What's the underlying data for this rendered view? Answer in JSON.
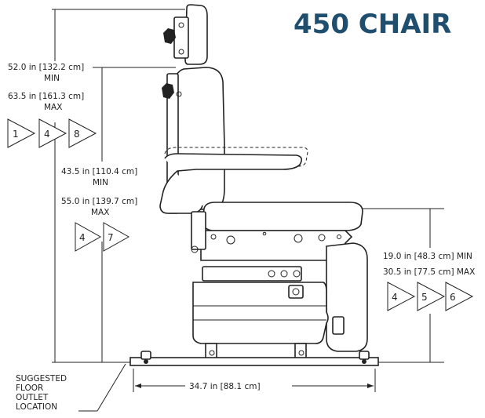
{
  "title": "450 CHAIR",
  "dims": {
    "overall_min": "52.0 in  [132.2 cm]",
    "overall_min_tag": "MIN",
    "overall_max": "63.5 in  [161.3 cm]",
    "overall_max_tag": "MAX",
    "back_min": "43.5 in  [110.4 cm]",
    "back_min_tag": "MIN",
    "back_max": "55.0 in  [139.7 cm]",
    "back_max_tag": "MAX",
    "seat_min": "19.0 in  [48.3 cm] MIN",
    "seat_max": "30.5 in  [77.5 cm] MAX",
    "base_width": "34.7 in  [88.1 cm]"
  },
  "notes": {
    "outlet": [
      "SUGGESTED",
      "FLOOR",
      "OUTLET",
      "LOCATION"
    ]
  },
  "markers": {
    "group_overall": [
      "1",
      "4",
      "8"
    ],
    "group_back": [
      "4",
      "7"
    ],
    "group_seat": [
      "4",
      "5",
      "6"
    ]
  }
}
